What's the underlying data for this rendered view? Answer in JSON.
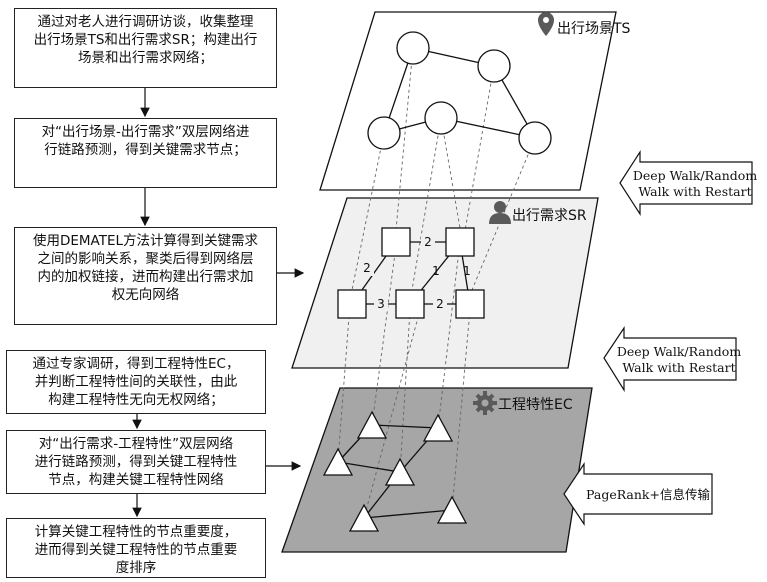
{
  "steps": [
    {
      "text": "通过对老人进行调研访谈，收集整理\n出行场景TS和出行需求SR；构建出行\n场景和出行需求网络；"
    },
    {
      "text": "对“出行场景-出行需求”双层网络进\n行链路预测，得到关键需求节点；"
    },
    {
      "text": "使用DEMATEL方法计算得到关键需求\n之间的影响关系，聚类后得到网络层\n内的加权链接，进而构建出行需求加\n权无向网络"
    },
    {
      "text": "通过专家调研，得到工程特性EC，\n并判断工程特性间的关联性，由此\n构建工程特性无向无权网络；"
    },
    {
      "text": "对“出行需求-工程特性”双层网络\n进行链路预测，得到关键工程特性\n节点，构建关键工程特性网络"
    },
    {
      "text": "计算关键工程特性的节点重要度，\n进而得到关键工程特性的节点重要\n度排序"
    }
  ],
  "layers": {
    "ts": {
      "label": "出行场景TS"
    },
    "sr": {
      "label": "出行需求SR"
    },
    "ec": {
      "label": "工程特性EC"
    }
  },
  "edge_weights": [
    "2",
    "2",
    "1",
    "1",
    "3",
    "2"
  ],
  "methods": [
    {
      "line1": "Deep Walk/Random",
      "line2": "Walk with Restart"
    },
    {
      "line1": "Deep Walk/Random",
      "line2": "Walk with Restart"
    },
    {
      "line1": "PageRank+信息传输"
    }
  ],
  "colors": {
    "ts_fill": "#ffffff",
    "sr_fill": "#f0f0f0",
    "ec_fill": "#a6a6a6",
    "icon": "#5a5a5a"
  }
}
